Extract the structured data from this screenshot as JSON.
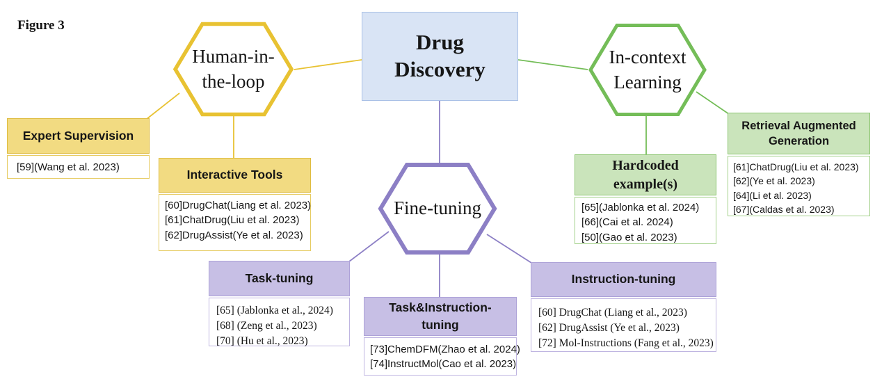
{
  "figure_label": "Figure 3",
  "colors": {
    "yellow": "#E8C232",
    "yellow_light": "#F2DB82",
    "green": "#74BD58",
    "green_light": "#CAE4BB",
    "purple": "#8C7FC5",
    "purple_light": "#C7BFE5",
    "blue_fill": "#D9E4F5"
  },
  "root": {
    "lines": [
      "Drug",
      "Discovery"
    ]
  },
  "hexagons": {
    "human_in_the_loop": {
      "lines": [
        "Human-in-",
        "the-loop"
      ]
    },
    "in_context_learning": {
      "lines": [
        "In-context",
        "Learning"
      ]
    },
    "fine_tuning": {
      "lines": [
        "Fine-tuning"
      ]
    }
  },
  "boxes": {
    "expert_supervision": {
      "title_lines": [
        "Expert Supervision"
      ],
      "citations": [
        "[59](Wang et al. 2023)"
      ]
    },
    "interactive_tools": {
      "title_lines": [
        "Interactive Tools"
      ],
      "citations": [
        "[60]DrugChat(Liang et al. 2023)",
        "[61]ChatDrug(Liu et al. 2023)",
        "[62]DrugAssist(Ye et al. 2023)"
      ]
    },
    "hardcoded_examples": {
      "title_lines": [
        "Hardcoded",
        "example(s)"
      ],
      "citations": [
        "[65](Jablonka et al. 2024)",
        "[66](Cai et al. 2024)",
        "[50](Gao et al. 2023)"
      ]
    },
    "retrieval_augmented_generation": {
      "title_lines": [
        "Retrieval Augmented",
        "Generation"
      ],
      "citations": [
        "[61]ChatDrug(Liu et al. 2023)",
        "[62](Ye et al. 2023)",
        "[64](Li et al. 2023)",
        "[67](Caldas et al. 2023)"
      ]
    },
    "task_tuning": {
      "title_lines": [
        "Task-tuning"
      ],
      "citations": [
        "[65] (Jablonka et al., 2024)",
        "[68] (Zeng et al., 2023)",
        "[70] (Hu et al., 2023)"
      ]
    },
    "task_instruction_tuning": {
      "title_lines": [
        "Task&Instruction-",
        "tuning"
      ],
      "citations": [
        "[73]ChemDFM(Zhao et al. 2024)",
        "[74]InstructMol(Cao et al. 2023)"
      ]
    },
    "instruction_tuning": {
      "title_lines": [
        "Instruction-tuning"
      ],
      "citations": [
        "[60] DrugChat (Liang et al., 2023)",
        "[62] DrugAssist (Ye et al., 2023)",
        "[72] Mol-Instructions (Fang et al., 2023)"
      ]
    }
  }
}
